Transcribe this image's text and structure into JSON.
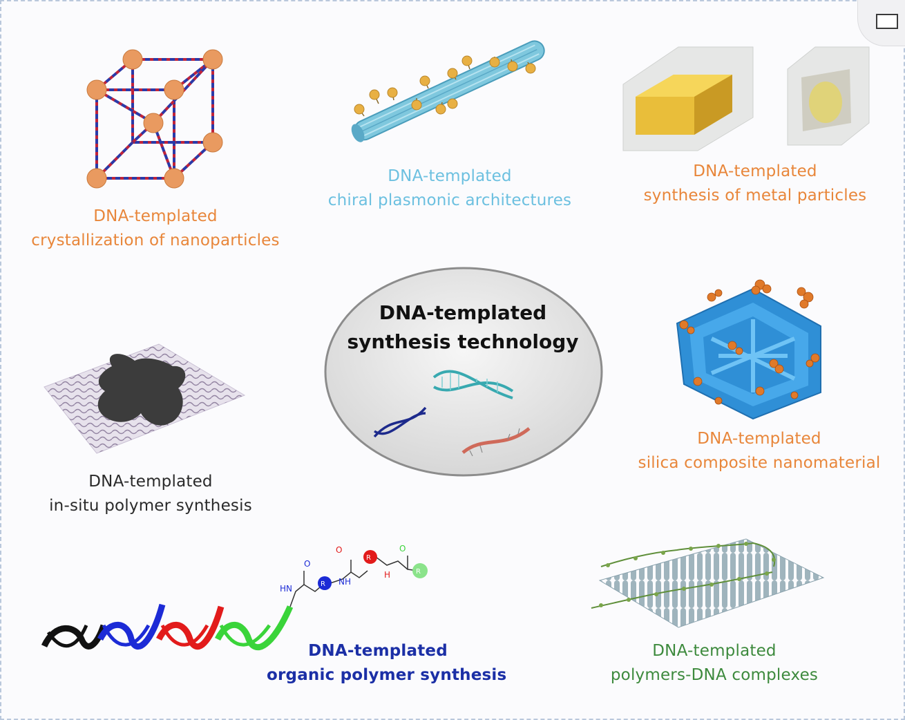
{
  "center": {
    "line1": "DNA-templated",
    "line2": "synthesis technology"
  },
  "labels": {
    "crystallization": {
      "line1": "DNA-templated",
      "line2": "crystallization of nanoparticles"
    },
    "chiral": {
      "line1": "DNA-templated",
      "line2": "chiral plasmonic architectures"
    },
    "metal": {
      "line1": "DNA-templated",
      "line2": "synthesis of metal particles"
    },
    "insitu": {
      "line1": "DNA-templated",
      "line2": "in-situ polymer synthesis"
    },
    "silica": {
      "line1": "DNA-templated",
      "line2": "silica composite nanomaterial"
    },
    "organic": {
      "line1": "DNA-templated",
      "line2": "organic polymer synthesis"
    },
    "complexes": {
      "line1": "DNA-templated",
      "line2": "polymers-DNA complexes"
    }
  },
  "chemistry": {
    "hn": "HN",
    "nh1": "NH",
    "nh2": "H",
    "r1": "R",
    "r2": "R",
    "r3": "R"
  },
  "colors": {
    "orange": "#e8863a",
    "light_blue": "#6cc0e0",
    "navy": "#1b2fa6",
    "green": "#3d8a3d"
  }
}
